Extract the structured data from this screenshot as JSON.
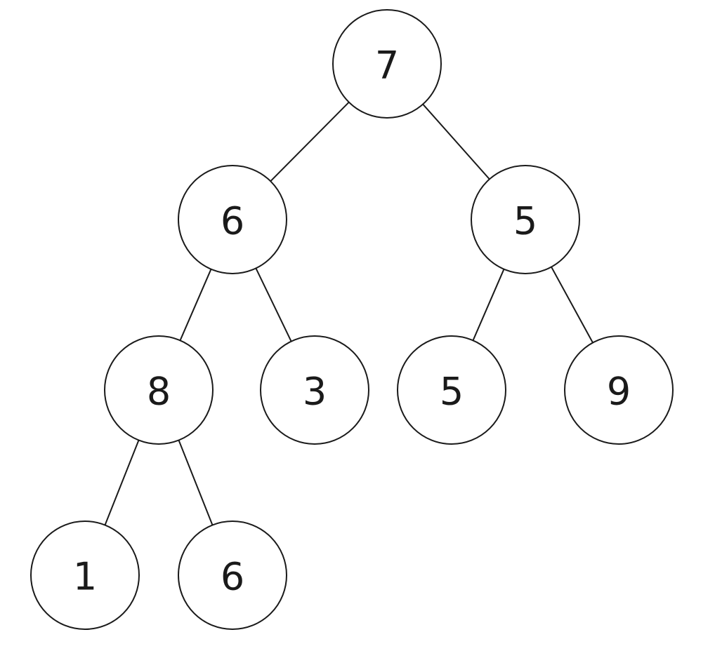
{
  "tree": {
    "nodes": [
      {
        "id": "n1",
        "value": "7"
      },
      {
        "id": "n2",
        "value": "6"
      },
      {
        "id": "n3",
        "value": "5"
      },
      {
        "id": "n4",
        "value": "8"
      },
      {
        "id": "n5",
        "value": "3"
      },
      {
        "id": "n6",
        "value": "5"
      },
      {
        "id": "n7",
        "value": "9"
      },
      {
        "id": "n8",
        "value": "1"
      },
      {
        "id": "n9",
        "value": "6"
      }
    ],
    "edges": [
      [
        "n1",
        "n2"
      ],
      [
        "n1",
        "n3"
      ],
      [
        "n2",
        "n4"
      ],
      [
        "n2",
        "n5"
      ],
      [
        "n3",
        "n6"
      ],
      [
        "n3",
        "n7"
      ],
      [
        "n4",
        "n8"
      ],
      [
        "n4",
        "n9"
      ]
    ]
  }
}
